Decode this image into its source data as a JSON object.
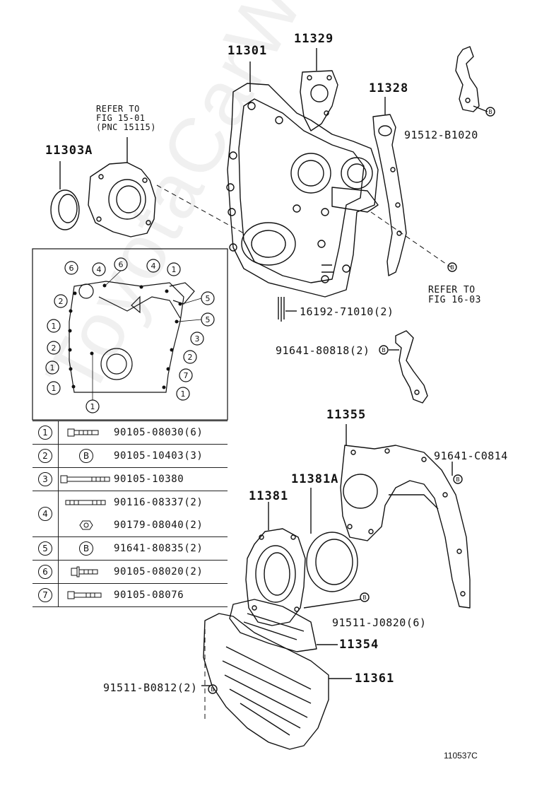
{
  "labels": {
    "l11301": "11301",
    "l11329": "11329",
    "l11328": "11328",
    "l11303A": "11303A",
    "l91512": "91512-B1020",
    "l16192": "16192-71010(2)",
    "l91641a": "91641-80818(2)",
    "l11355": "11355",
    "l91641c": "91641-C0814",
    "l11381A": "11381A",
    "l11381": "11381",
    "l91511j": "91511-J0820(6)",
    "l11354": "11354",
    "l11361": "11361",
    "l91511b": "91511-B0812(2)"
  },
  "refer1": {
    "line1": "REFER TO",
    "line2": "FIG 15-01",
    "line3": "(PNC 15115)"
  },
  "refer2": {
    "line1": "REFER TO",
    "line2": "FIG 16-03"
  },
  "circle_b": "B",
  "inset_numbers": [
    "6",
    "4",
    "6",
    "4",
    "1",
    "2",
    "5",
    "5",
    "1",
    "3",
    "2",
    "2",
    "1",
    "7",
    "1",
    "1",
    "1"
  ],
  "legend": [
    {
      "num": "1",
      "part": "90105-08030(6)",
      "icon": "bolt-short"
    },
    {
      "num": "2",
      "part": "90105-10403(3)",
      "icon": "b-circle"
    },
    {
      "num": "3",
      "part": "90105-10380",
      "icon": "bolt-long"
    },
    {
      "num": "4",
      "part": "90116-08337(2)",
      "icon": "stud"
    },
    {
      "num": "4",
      "part": "90179-08040(2)",
      "icon": "nut"
    },
    {
      "num": "5",
      "part": "91641-80835(2)",
      "icon": "b-circle"
    },
    {
      "num": "6",
      "part": "90105-08020(2)",
      "icon": "bolt-flange"
    },
    {
      "num": "7",
      "part": "90105-08076",
      "icon": "bolt-short"
    }
  ],
  "watermark": "ToyotaCarWine.ru",
  "doc_number": "110537C"
}
